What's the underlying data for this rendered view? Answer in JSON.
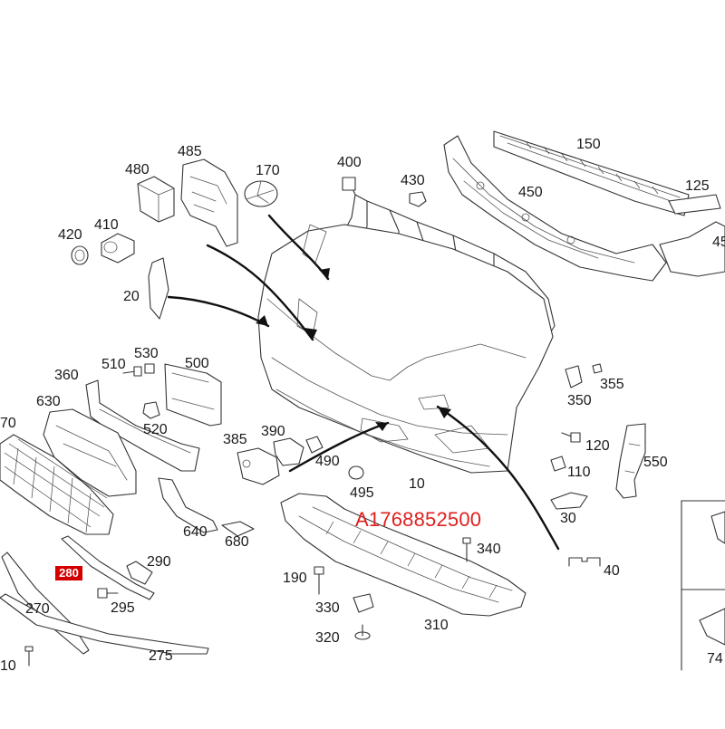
{
  "diagram": {
    "part_number": "A1768852500",
    "highlighted_label": "280",
    "labels": [
      {
        "key": "l150",
        "text": "150"
      },
      {
        "key": "l125",
        "text": "125"
      },
      {
        "key": "l450",
        "text": "450"
      },
      {
        "key": "l45",
        "text": "45"
      },
      {
        "key": "l485",
        "text": "485"
      },
      {
        "key": "l480",
        "text": "480"
      },
      {
        "key": "l170",
        "text": "170"
      },
      {
        "key": "l400",
        "text": "400"
      },
      {
        "key": "l430",
        "text": "430"
      },
      {
        "key": "l420",
        "text": "420"
      },
      {
        "key": "l410",
        "text": "410"
      },
      {
        "key": "l20",
        "text": "20"
      },
      {
        "key": "l510",
        "text": "510"
      },
      {
        "key": "l530",
        "text": "530"
      },
      {
        "key": "l500",
        "text": "500"
      },
      {
        "key": "l360",
        "text": "360"
      },
      {
        "key": "l355",
        "text": "355"
      },
      {
        "key": "l350",
        "text": "350"
      },
      {
        "key": "l630",
        "text": "630"
      },
      {
        "key": "l70",
        "text": "70"
      },
      {
        "key": "l520",
        "text": "520"
      },
      {
        "key": "l385",
        "text": "385"
      },
      {
        "key": "l390",
        "text": "390"
      },
      {
        "key": "l490",
        "text": "490"
      },
      {
        "key": "l120",
        "text": "120"
      },
      {
        "key": "l110",
        "text": "110"
      },
      {
        "key": "l550",
        "text": "550"
      },
      {
        "key": "l10",
        "text": "10"
      },
      {
        "key": "l495",
        "text": "495"
      },
      {
        "key": "l30",
        "text": "30"
      },
      {
        "key": "l640",
        "text": "640"
      },
      {
        "key": "l680",
        "text": "680"
      },
      {
        "key": "l340",
        "text": "340"
      },
      {
        "key": "l290",
        "text": "290"
      },
      {
        "key": "l40",
        "text": "40"
      },
      {
        "key": "l190",
        "text": "190"
      },
      {
        "key": "l295",
        "text": "295"
      },
      {
        "key": "l270",
        "text": "270"
      },
      {
        "key": "l330",
        "text": "330"
      },
      {
        "key": "l310",
        "text": "310"
      },
      {
        "key": "l320",
        "text": "320"
      },
      {
        "key": "l275",
        "text": "275"
      },
      {
        "key": "l10b",
        "text": "10"
      },
      {
        "key": "l74",
        "text": "74"
      }
    ]
  }
}
